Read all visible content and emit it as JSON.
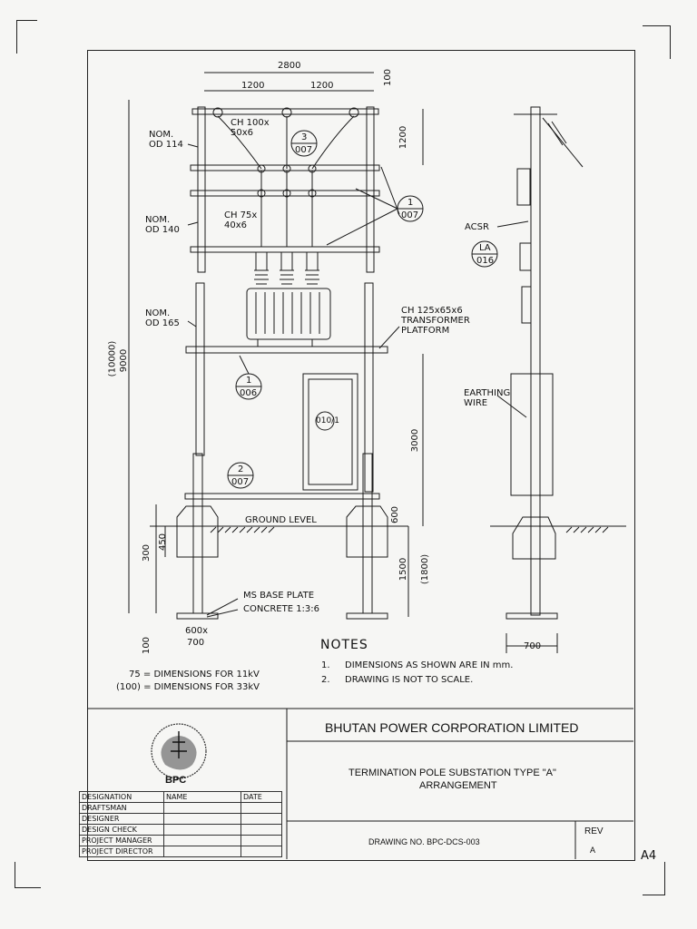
{
  "sheet_size": "A4",
  "dimensions": {
    "overall_width": "2800",
    "span_left": "1200",
    "span_right": "1200",
    "top_extension": "100",
    "top_section": "1200",
    "pole_height": "9000",
    "pole_height_alt": "(10000)",
    "platform_height": "3000",
    "footing_above": "600",
    "footing_below": "1500",
    "footing_below_alt": "(1800)",
    "foot_300": "300",
    "foot_450": "450",
    "base_depth": "100",
    "base_size_top": "600x",
    "base_size_bottom": "700",
    "side_base": "700"
  },
  "labels": {
    "nom_od_114": "NOM.\nOD 114",
    "nom_od_140": "NOM.\nOD 140",
    "nom_od_165": "NOM.\nOD 165",
    "ch_100": "CH 100x\n50x6",
    "ch_75": "CH 75x\n40x6",
    "ch_125": "CH 125x65x6\nTRANSFORMER\nPLATFORM",
    "ground_level": "GROUND LEVEL",
    "ms_base_plate": "MS BASE PLATE",
    "concrete": "CONCRETE 1:3:6",
    "acsr": "ACSR",
    "earthing_wire": "EARTHING\nWIRE"
  },
  "callouts": [
    {
      "top": "3",
      "bottom": "007"
    },
    {
      "top": "1",
      "bottom": "007"
    },
    {
      "top": "LA",
      "bottom": "016"
    },
    {
      "top": "1",
      "bottom": "006"
    },
    {
      "top": "2",
      "bottom": "007"
    },
    {
      "single": "010/1"
    }
  ],
  "legend": {
    "line1": "75 = DIMENSIONS FOR 11kV",
    "line2": "(100) = DIMENSIONS FOR 33kV"
  },
  "notes": {
    "title": "NOTES",
    "items": [
      {
        "num": "1.",
        "text": "DIMENSIONS AS SHOWN ARE IN mm."
      },
      {
        "num": "2.",
        "text": "DRAWING IS NOT TO SCALE."
      }
    ]
  },
  "title_block": {
    "company": "BHUTAN POWER CORPORATION LIMITED",
    "title_line1": "TERMINATION POLE SUBSTATION TYPE \"A\"",
    "title_line2": "ARRANGEMENT",
    "drawing_no": "DRAWING NO. BPC-DCS-003",
    "rev_label": "REV",
    "rev_value": "A",
    "logo_text": "BPC",
    "headers": {
      "designation": "DESIGNATION",
      "name": "NAME",
      "date": "DATE"
    },
    "roles": [
      "DRAFTSMAN",
      "DESIGNER",
      "DESIGN CHECK",
      "PROJECT MANAGER",
      "PROJECT DIRECTOR"
    ]
  }
}
